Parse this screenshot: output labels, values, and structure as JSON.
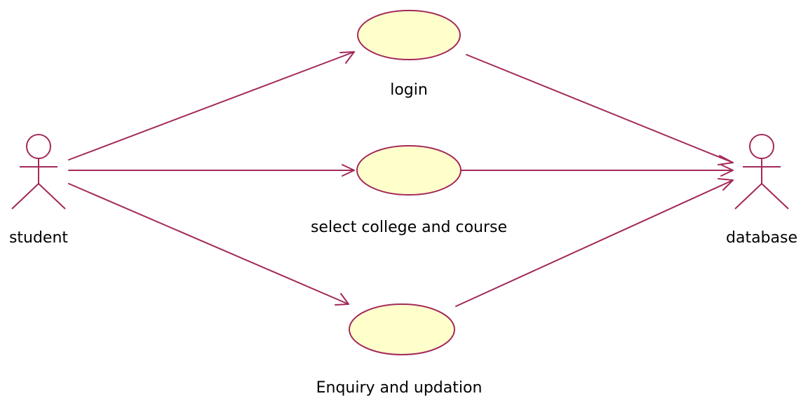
{
  "actors": {
    "student": {
      "label": "student"
    },
    "database": {
      "label": "database"
    }
  },
  "use_cases": {
    "login": {
      "label": "login"
    },
    "select": {
      "label": "select college and course"
    },
    "enquiry": {
      "label": "Enquiry and updation"
    }
  },
  "relations": [
    {
      "from": "student",
      "to": "login"
    },
    {
      "from": "student",
      "to": "select college and course"
    },
    {
      "from": "student",
      "to": "Enquiry and updation"
    },
    {
      "from": "login",
      "to": "database"
    },
    {
      "from": "select college and course",
      "to": "database"
    },
    {
      "from": "Enquiry and updation",
      "to": "database"
    }
  ],
  "colors": {
    "line": "#a3295a",
    "ellipse_fill": "#ffffcc",
    "ellipse_stroke": "#a3295a",
    "text": "#000000"
  }
}
